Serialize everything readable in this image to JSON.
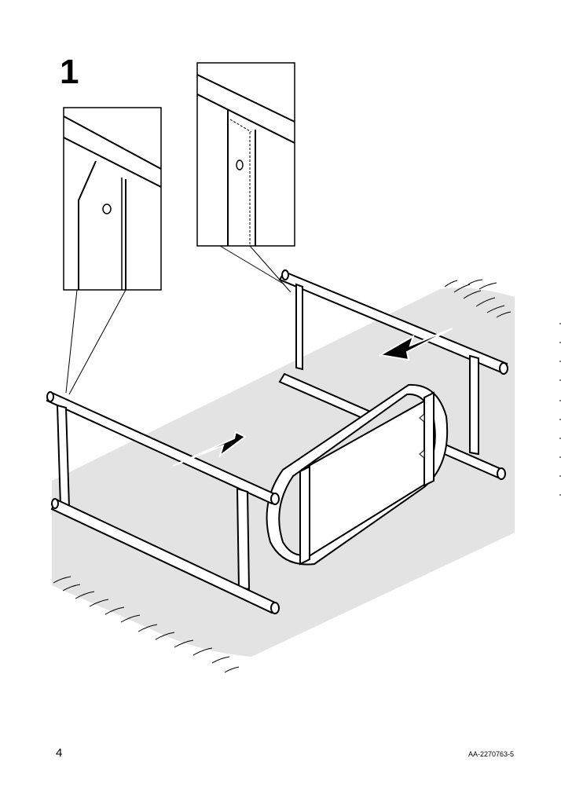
{
  "step": {
    "number": "1"
  },
  "footer": {
    "page_number": "4",
    "document_code": "AA-2270763-5"
  },
  "colors": {
    "floor": "#e3e3e3",
    "line": "#000000",
    "background": "#ffffff"
  },
  "icons": {
    "detail_left": "tube-slot-detail-icon",
    "detail_right": "tube-slot-dashed-detail-icon",
    "arrow_left": "push-arrow-icon",
    "arrow_right": "push-arrow-icon"
  }
}
